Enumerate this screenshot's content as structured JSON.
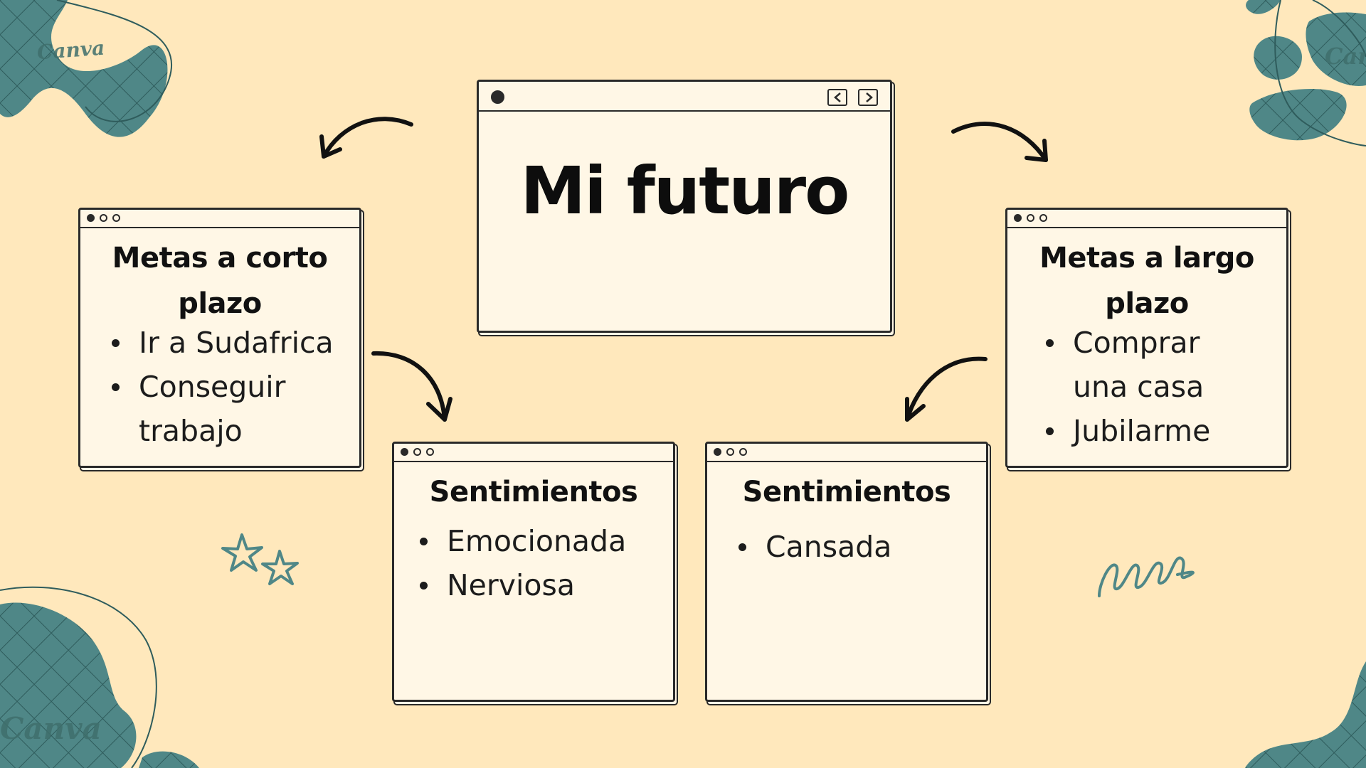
{
  "main": {
    "title": "Mi futuro"
  },
  "short_term": {
    "title_line1": "Metas a corto",
    "title_line2": "plazo",
    "items": [
      "Ir a Sudafrica",
      "Conseguir",
      "trabajo"
    ]
  },
  "long_term": {
    "title_line1": "Metas a largo",
    "title_line2": "plazo",
    "items": [
      "Comprar",
      "una casa",
      "Jubilarme"
    ]
  },
  "feelings_left": {
    "title": "Sentimientos",
    "items": [
      "Emocionada",
      "Nerviosa"
    ]
  },
  "feelings_right": {
    "title": "Sentimientos",
    "items": [
      "Cansada"
    ]
  },
  "watermarks": [
    "Canva",
    "Can",
    "Canva"
  ],
  "colors": {
    "background": "#FFE8BC",
    "window_fill": "#FFF7E6",
    "blob": "#4F8787",
    "outline": "#2a2a2a"
  },
  "icons": [
    "arrow-curved-left",
    "arrow-curved-right",
    "star-doodle",
    "squiggle-loops",
    "nav-back-icon",
    "nav-forward-icon"
  ]
}
